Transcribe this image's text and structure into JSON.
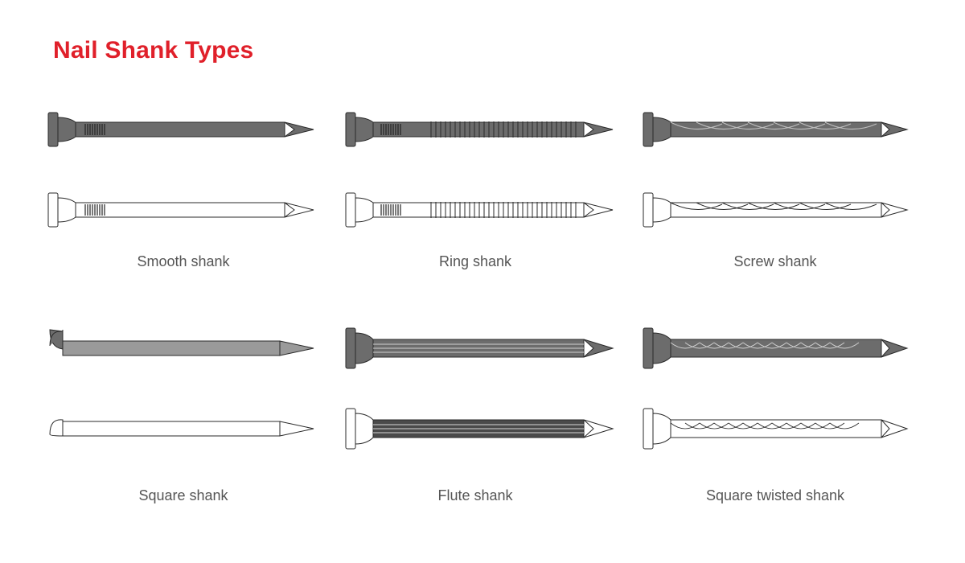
{
  "title": "Nail Shank Types",
  "colors": {
    "title": "#e0202a",
    "nail_fill": "#6c6c6c",
    "nail_fill_light": "#9a9a9a",
    "nail_stroke": "#2a2a2a",
    "label": "#555555"
  },
  "nail_types": [
    {
      "id": "smooth",
      "label": "Smooth shank"
    },
    {
      "id": "ring",
      "label": "Ring shank"
    },
    {
      "id": "screw",
      "label": "Screw shank"
    },
    {
      "id": "square",
      "label": "Square shank"
    },
    {
      "id": "flute",
      "label": "Flute shank"
    },
    {
      "id": "square-twisted",
      "label": "Square twisted shank"
    }
  ]
}
